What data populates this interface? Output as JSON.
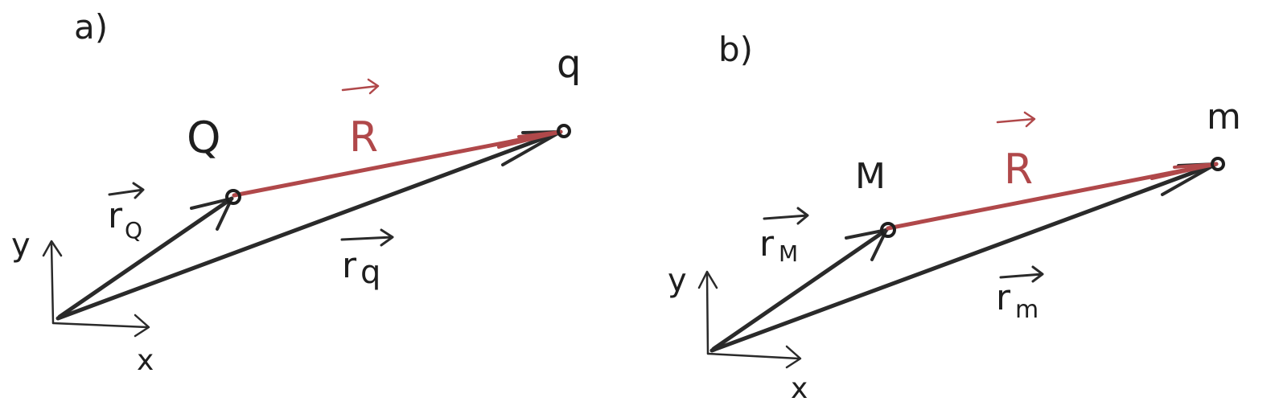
{
  "panel_a": {
    "label": "a)",
    "charge_source": "Q",
    "charge_test": "q",
    "vector_source": "r",
    "vector_source_sub": "Q",
    "vector_test": "r",
    "vector_test_sub": "q",
    "vector_relative": "R",
    "axis_x": "x",
    "axis_y": "y"
  },
  "panel_b": {
    "label": "b)",
    "mass_source": "M",
    "mass_test": "m",
    "vector_source": "r",
    "vector_source_sub": "M",
    "vector_test": "r",
    "vector_test_sub": "m",
    "vector_relative": "R",
    "axis_x": "x",
    "axis_y": "y"
  },
  "colors": {
    "ink": "#2a2a2a",
    "relative_vector": "#b0484a",
    "background": "#ffffff"
  }
}
